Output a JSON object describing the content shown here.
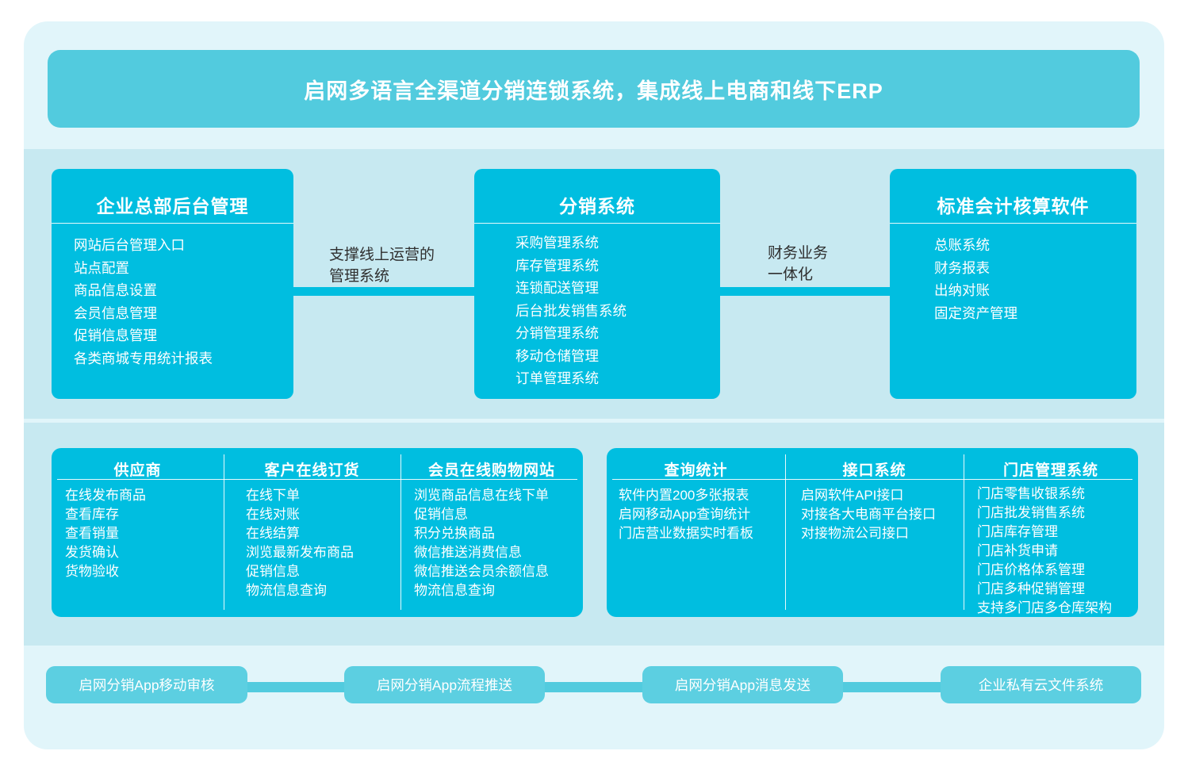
{
  "colors": {
    "container_bg": "#e1f5fa",
    "band_bg": "#c7e9f1",
    "banner_bg": "#52cbde",
    "box_bg": "#00bee0",
    "button_bg": "#5ccfe1",
    "text_light": "#ffffff",
    "text_dark": "#2f2f2f"
  },
  "banner": {
    "title": "启网多语言全渠道分销连锁系统，集成线上电商和线下ERP"
  },
  "tier1": {
    "boxes": [
      {
        "title": "企业总部后台管理",
        "items": [
          "网站后台管理入口",
          "站点配置",
          "商品信息设置",
          "会员信息管理",
          "促销信息管理",
          "各类商城专用统计报表"
        ]
      },
      {
        "title": "分销系统",
        "items": [
          "采购管理系统",
          "库存管理系统",
          "连锁配送管理",
          "后台批发销售系统",
          "分销管理系统",
          "移动仓储管理",
          "订单管理系统"
        ]
      },
      {
        "title": "标准会计核算软件",
        "items": [
          "总账系统",
          "财务报表",
          "出纳对账",
          "固定资产管理"
        ]
      }
    ],
    "connectors": [
      {
        "line1": "支撑线上运营的",
        "line2": "管理系统"
      },
      {
        "line1": "财务业务",
        "line2": "一体化"
      }
    ]
  },
  "tier2": {
    "groups": [
      {
        "columns": [
          {
            "title": "供应商",
            "items": [
              "在线发布商品",
              "查看库存",
              "查看销量",
              "发货确认",
              "货物验收"
            ]
          },
          {
            "title": "客户在线订货",
            "items": [
              "在线下单",
              "在线对账",
              "在线结算",
              "浏览最新发布商品",
              "促销信息",
              "物流信息查询"
            ]
          },
          {
            "title": "会员在线购物网站",
            "items": [
              "浏览商品信息在线下单",
              "促销信息",
              "积分兑换商品",
              "微信推送消费信息",
              "微信推送会员余额信息",
              "物流信息查询"
            ]
          }
        ]
      },
      {
        "columns": [
          {
            "title": "查询统计",
            "items": [
              "软件内置200多张报表",
              "启网移动App查询统计",
              "门店营业数据实时看板"
            ]
          },
          {
            "title": "接口系统",
            "items": [
              "启网软件API接口",
              "对接各大电商平台接口",
              "对接物流公司接口"
            ]
          },
          {
            "title": "门店管理系统",
            "items": [
              "门店零售收银系统",
              "门店批发销售系统",
              "门店库存管理",
              "门店补货申请",
              "门店价格体系管理",
              "门店多种促销管理",
              "支持多门店多仓库架构"
            ]
          }
        ]
      }
    ]
  },
  "tier3": {
    "buttons": [
      "启网分销App移动审核",
      "启网分销App流程推送",
      "启网分销App消息发送",
      "企业私有云文件系统"
    ]
  }
}
